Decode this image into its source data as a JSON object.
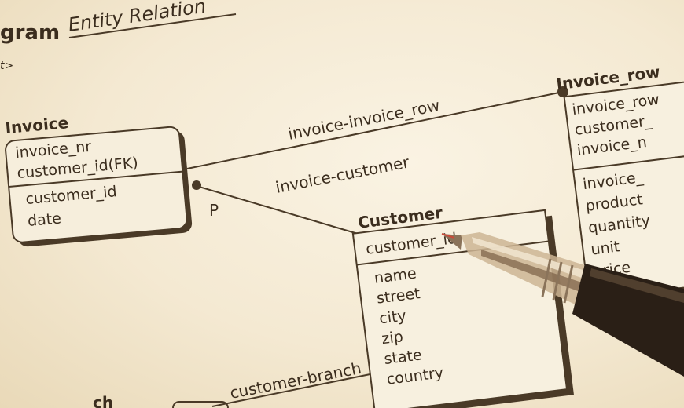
{
  "header": {
    "title_part": "gram",
    "subtitle_part": "Entity Relation",
    "tag_fragment": "t>"
  },
  "entities": {
    "invoice": {
      "title": "Invoice",
      "keys": [
        "invoice_nr",
        "customer_id(FK)"
      ],
      "attrs": [
        "customer_id",
        "date"
      ]
    },
    "customer": {
      "title": "Customer",
      "keys": [
        "customer_id"
      ],
      "attrs": [
        "name",
        "street",
        "city",
        "zip",
        "state",
        "country"
      ]
    },
    "invoice_row": {
      "title": "Invoice_row",
      "keys": [
        "invoice_row",
        "customer_",
        "invoice_n"
      ],
      "attrs": [
        "invoice_",
        "product",
        "quantity",
        "unit",
        "price"
      ]
    },
    "branch_fragment": "ch"
  },
  "relationships": {
    "invoice_invoice_row": "invoice-invoice_row",
    "invoice_customer": "invoice-customer",
    "customer_branch": "customer-branch",
    "p_marker": "P"
  },
  "colors": {
    "paper": "#f4e9d2",
    "ink": "#3b2d1e",
    "pen_body": "#2a1f16",
    "pen_barrel": "#c9b190"
  },
  "icons": {
    "pen": "pen-icon"
  }
}
